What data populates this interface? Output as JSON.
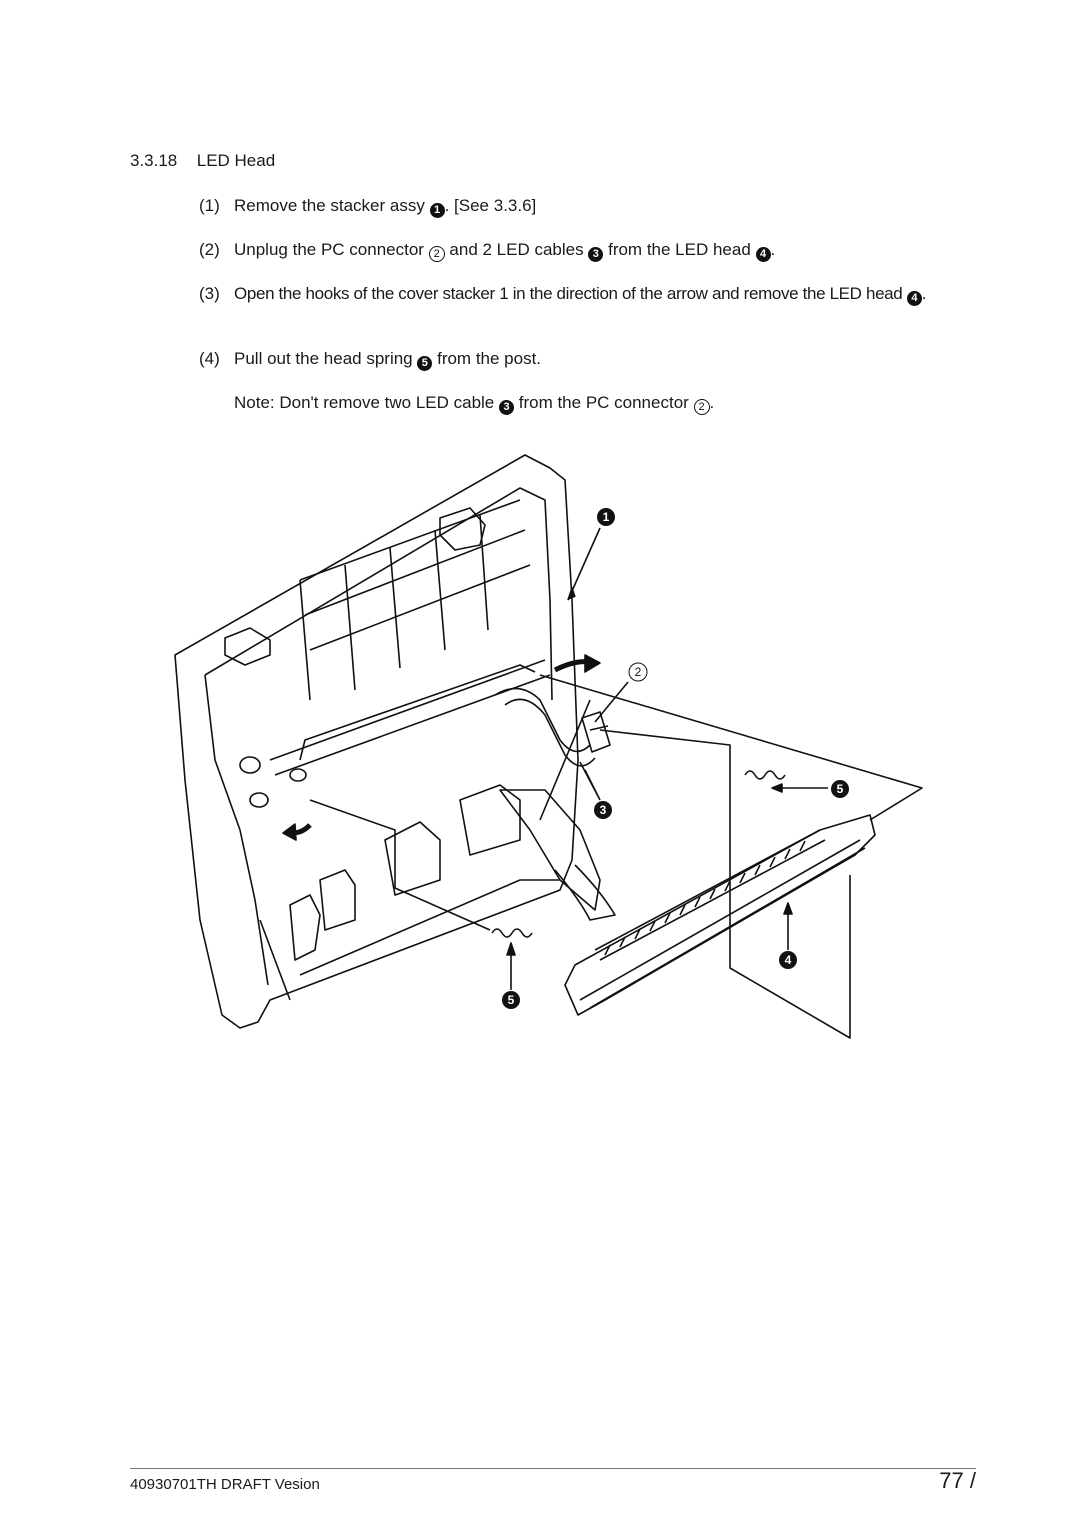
{
  "section": {
    "number": "3.3.18",
    "title": "LED Head"
  },
  "steps": [
    {
      "num": "(1)",
      "text_a": "Remove the stacker assy",
      "marker_a": "1",
      "text_b": ". [See 3.3.6]"
    },
    {
      "num": "(2)",
      "text_a": "Unplug the PC connector",
      "marker_a": "2",
      "text_b": "and 2 LED cables",
      "marker_b": "3",
      "text_c": "from the LED head",
      "marker_c": "4",
      "text_d": "."
    },
    {
      "num": "(3)",
      "text_a": "Open the hooks of the cover stacker 1 in the direction of the arrow and remove the LED head",
      "marker_a": "4",
      "text_b": "."
    },
    {
      "num": "(4)",
      "text_a": "Pull out the head spring",
      "marker_a": "5",
      "text_b": "from the post."
    }
  ],
  "note": {
    "text_a": "Note: Don't remove two LED cable",
    "marker_a": "3",
    "text_b": "from the PC connector",
    "marker_b": "2",
    "text_c": "."
  },
  "figure_callouts": {
    "c1": "1",
    "c2": "2",
    "c3": "3",
    "c4": "4",
    "c5a": "5",
    "c5b": "5"
  },
  "footer": {
    "doc_id": "40930701TH  DRAFT Vesion",
    "page": "77 /"
  }
}
